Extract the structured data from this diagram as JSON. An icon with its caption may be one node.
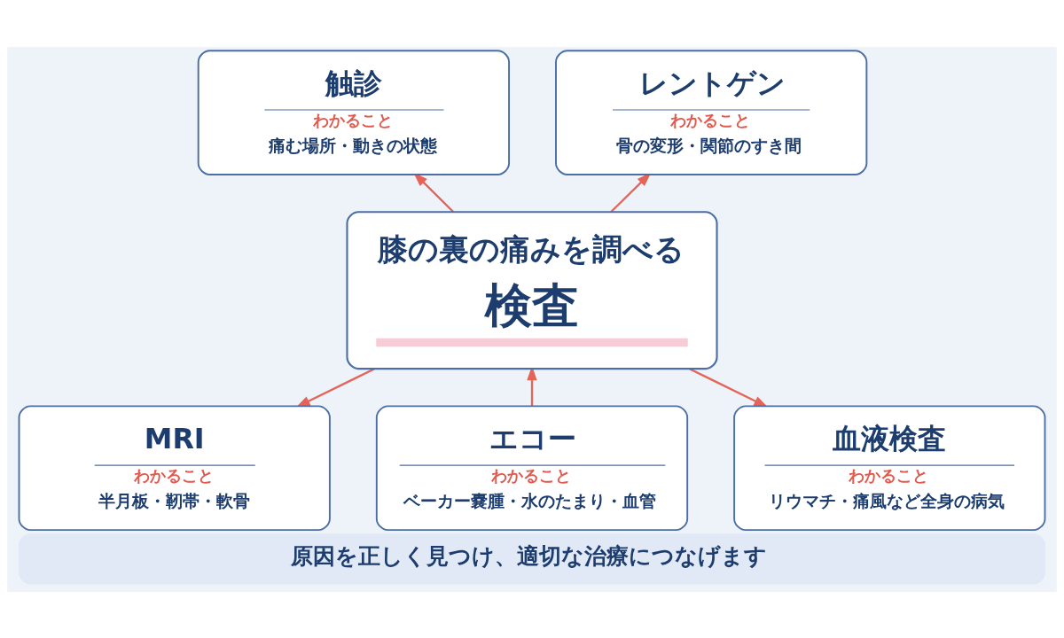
{
  "diagram": {
    "caption": "原因を正しく見つけ、適切な治療につなげます",
    "nodes": [
      {
        "text": [
          "触診",
          "わかること",
          "痛む場所・動きの状態"
        ]
      },
      {
        "text": [
          "膝の裏の痛みを調べる",
          "検査"
        ]
      },
      {
        "text": [
          "レントゲン",
          "わかること",
          "骨の変形・関節のすき間"
        ]
      },
      {
        "text": [
          "MRI",
          "わかること",
          "半月板・靭帯・軟骨"
        ]
      },
      {
        "text": [
          "血液検査",
          "わかること",
          "リウマチ・痛風など全身の病気"
        ]
      },
      {
        "text": [
          "エコー",
          "わかること",
          "ベーカー嚢腫・水のたまり・血管"
        ]
      }
    ],
    "edges": [
      {
        "from": 1,
        "to": 0,
        "arrow": "to"
      },
      {
        "from": 1,
        "to": 2,
        "arrow": "to"
      },
      {
        "from": 1,
        "to": 3,
        "arrow": "to"
      },
      {
        "from": 1,
        "to": 4,
        "arrow": "to"
      },
      {
        "from": 5,
        "to": 1,
        "arrow": "to"
      }
    ]
  }
}
